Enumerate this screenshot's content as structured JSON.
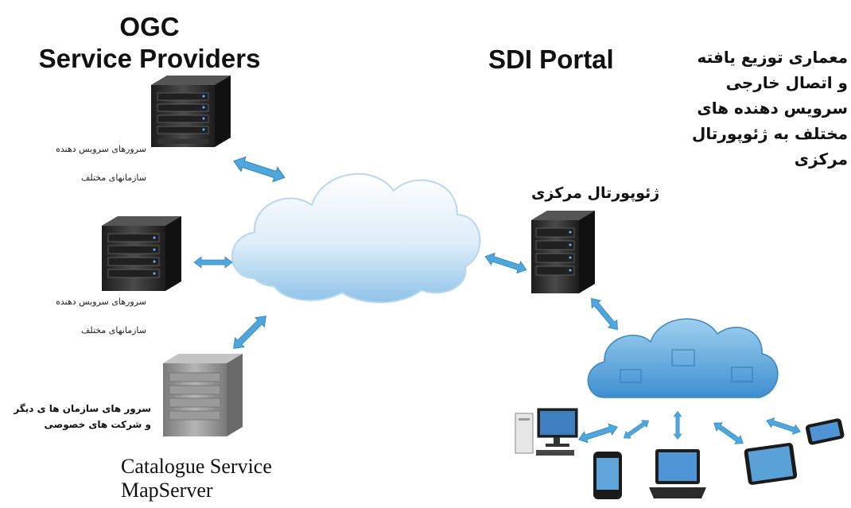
{
  "left_header": {
    "line1": "OGC",
    "line2": "Service Providers"
  },
  "right_header": {
    "title": "SDI Portal"
  },
  "description_fa": [
    "معماری توزیع یافته",
    "و اتصال خارجی",
    "سرویس دهنده های",
    "مختلف به ژئوپورتال",
    "مرکزی"
  ],
  "portal_label": "ژئوپورتال مرکزی",
  "server_labels": [
    {
      "line1": "سرورهای سرویس دهنده",
      "line2": "سازمانهای مختلف"
    },
    {
      "line1": "سرورهای سرویس دهنده",
      "line2": "سازمانهای مختلف"
    }
  ],
  "other_servers_label": {
    "line1": "سرور های سازمان ها ی دیگر",
    "line2": "و شرکت های خصوصی"
  },
  "catalogue": {
    "line1": "Catalogue Service",
    "line2": "MapServer"
  },
  "colors": {
    "cloud_light": "#e8f3fb",
    "cloud_blue": "#7fb8e0",
    "cloud_dark_blue": "#4a9ad6",
    "arrow": "#4fa6dc",
    "server_dark": "#2b2b2b",
    "server_gray": "#8e8e8e"
  }
}
